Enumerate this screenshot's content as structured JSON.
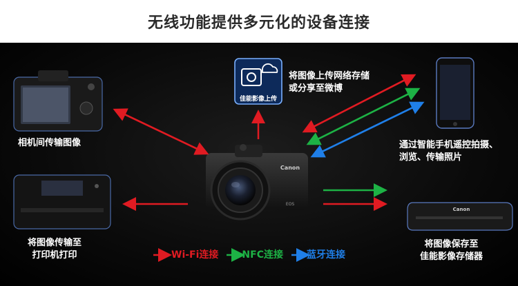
{
  "header": {
    "title": "无线功能提供多元化的设备连接"
  },
  "colors": {
    "wifi": "#e01b22",
    "nfc": "#1db245",
    "bluetooth": "#1f7fe8",
    "background": "#000000"
  },
  "nodes": {
    "camera_label": "相机间传输图像",
    "printer_label_1": "将图像传输至",
    "printer_label_2": "打印机打印",
    "cloud_badge": "佳能影像上传",
    "cloud_label_1": "将图像上传网络存储",
    "cloud_label_2": "或分享至微博",
    "phone_label_1": "通过智能手机遥控拍摄、",
    "phone_label_2": "浏览、传输照片",
    "storage_label_1": "将图像保存至",
    "storage_label_2": "佳能影像存储器",
    "center_brand": "Canon",
    "center_model": "EOS",
    "storage_brand": "Canon"
  },
  "legend": {
    "wifi": "Wi-Fi连接",
    "nfc": "NFC连接",
    "bluetooth": "蓝牙连接"
  },
  "icons": [
    "camera-icon",
    "printer-icon",
    "cloud-upload-icon",
    "smartphone-icon",
    "storage-device-icon",
    "mirrorless-camera-icon"
  ]
}
